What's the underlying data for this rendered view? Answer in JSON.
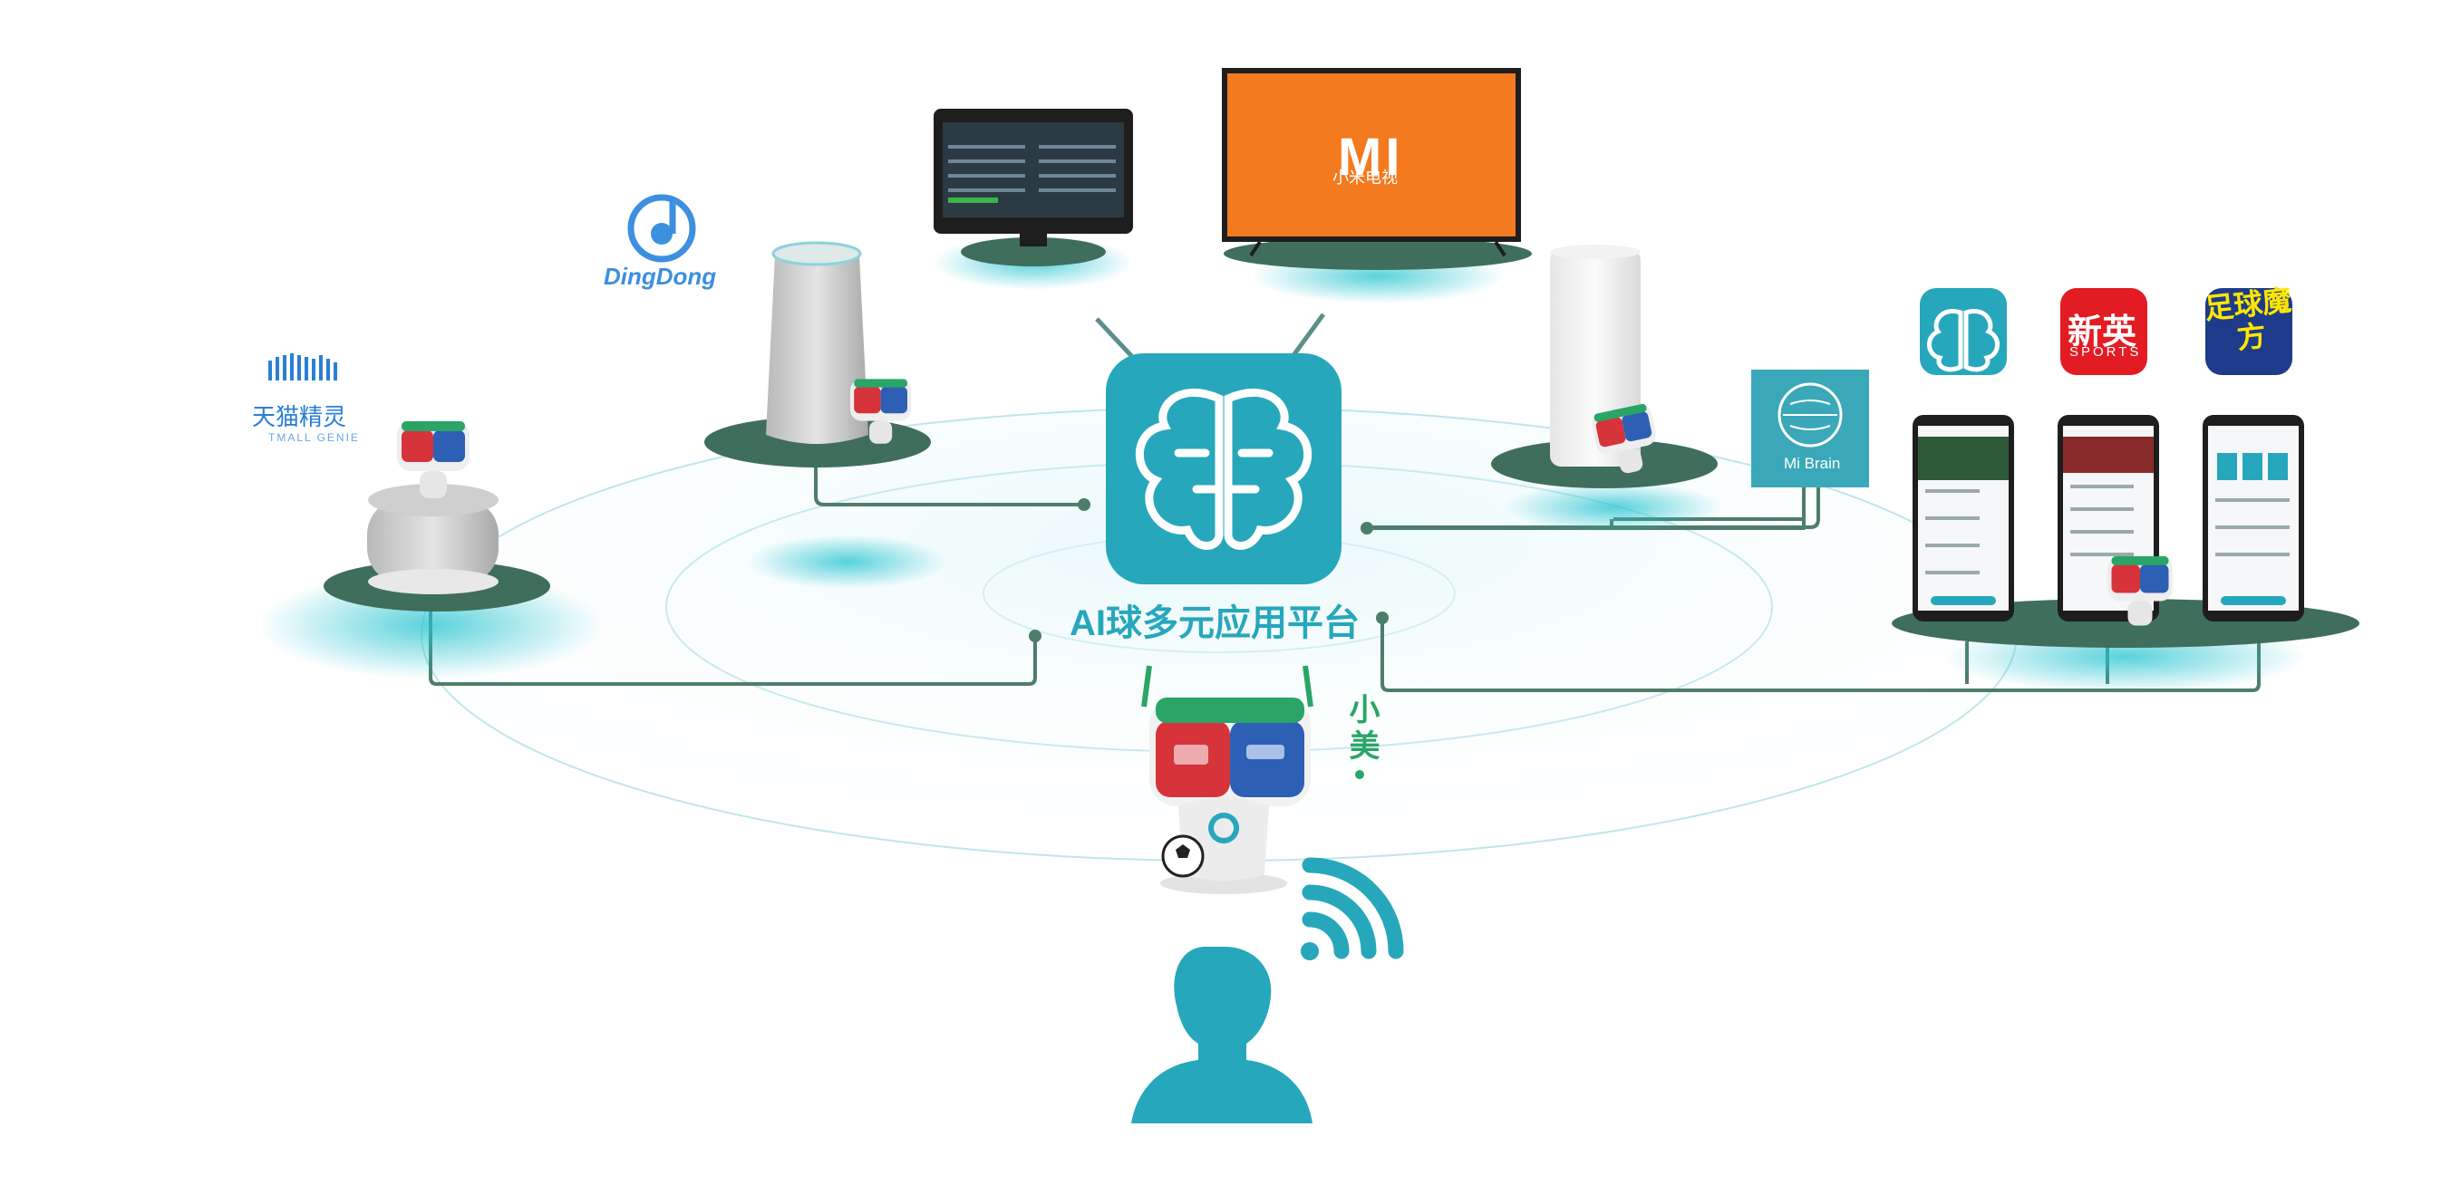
{
  "platform": {
    "label": "AI球多元应用平台"
  },
  "assistant": {
    "label": "小美"
  },
  "devices": {
    "tmall": {
      "label": "天猫精灵",
      "sublabel": "TMALL GENIE"
    },
    "dingdong": {
      "label": "DingDong"
    },
    "mi_tv": {
      "logo": "MI",
      "label": "小米电视"
    },
    "mi_brain": {
      "label": "Mi Brain"
    }
  },
  "apps": {
    "xinying": {
      "title": "新英",
      "subtitle": "SPORTS"
    },
    "zuqiu": {
      "title": "足球魔方"
    }
  },
  "colors": {
    "teal": "#27a7bb",
    "green": "#2aa567",
    "dark_green_base": "#3f6e5c",
    "connector": "#4f7d6b",
    "tv_orange": "#f47a20",
    "xinying_red": "#e31b23",
    "zuqiu_blue": "#1d3b8a"
  },
  "icons": [
    "brain-icon",
    "wifi-signal-icon",
    "person-icon",
    "soccer-ball-icon",
    "robot-mascot-icon"
  ]
}
